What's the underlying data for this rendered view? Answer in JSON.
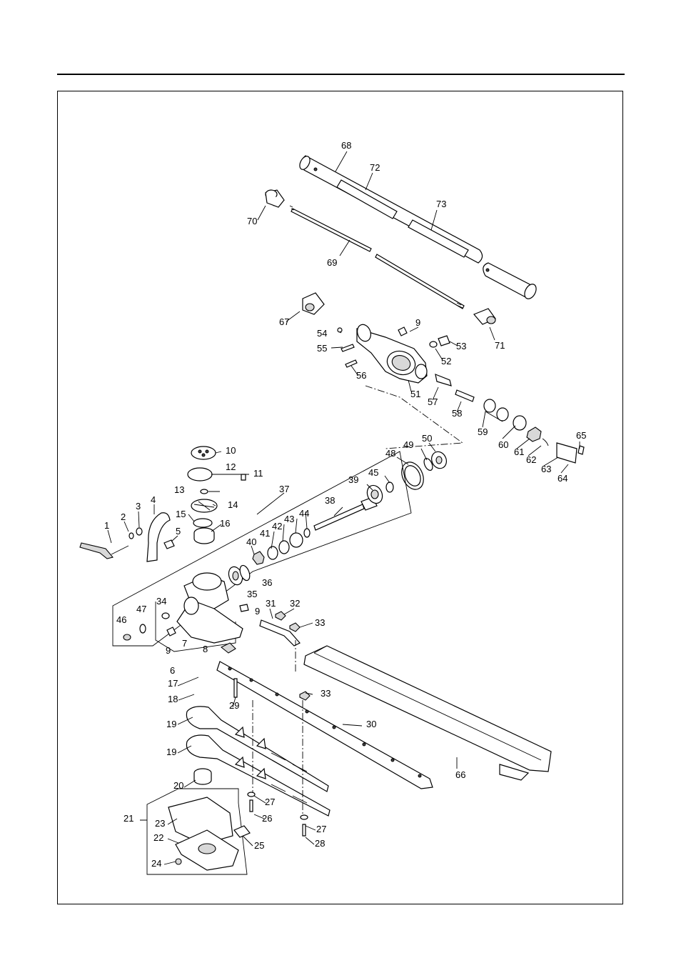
{
  "part_labels": [
    {
      "n": "1"
    },
    {
      "n": "2"
    },
    {
      "n": "3"
    },
    {
      "n": "4"
    },
    {
      "n": "5"
    },
    {
      "n": "6"
    },
    {
      "n": "7"
    },
    {
      "n": "8"
    },
    {
      "n": "9"
    },
    {
      "n": "9"
    },
    {
      "n": "9"
    },
    {
      "n": "10"
    },
    {
      "n": "11"
    },
    {
      "n": "12"
    },
    {
      "n": "13"
    },
    {
      "n": "14"
    },
    {
      "n": "15"
    },
    {
      "n": "16"
    },
    {
      "n": "17"
    },
    {
      "n": "18"
    },
    {
      "n": "19"
    },
    {
      "n": "19"
    },
    {
      "n": "20"
    },
    {
      "n": "21"
    },
    {
      "n": "22"
    },
    {
      "n": "23"
    },
    {
      "n": "24"
    },
    {
      "n": "25"
    },
    {
      "n": "26"
    },
    {
      "n": "27"
    },
    {
      "n": "27"
    },
    {
      "n": "28"
    },
    {
      "n": "29"
    },
    {
      "n": "30"
    },
    {
      "n": "31"
    },
    {
      "n": "32"
    },
    {
      "n": "33"
    },
    {
      "n": "33"
    },
    {
      "n": "34"
    },
    {
      "n": "35"
    },
    {
      "n": "36"
    },
    {
      "n": "37"
    },
    {
      "n": "38"
    },
    {
      "n": "39"
    },
    {
      "n": "40"
    },
    {
      "n": "41"
    },
    {
      "n": "42"
    },
    {
      "n": "43"
    },
    {
      "n": "44"
    },
    {
      "n": "45"
    },
    {
      "n": "46"
    },
    {
      "n": "47"
    },
    {
      "n": "48"
    },
    {
      "n": "49"
    },
    {
      "n": "50"
    },
    {
      "n": "51"
    },
    {
      "n": "52"
    },
    {
      "n": "53"
    },
    {
      "n": "54"
    },
    {
      "n": "55"
    },
    {
      "n": "56"
    },
    {
      "n": "57"
    },
    {
      "n": "58"
    },
    {
      "n": "59"
    },
    {
      "n": "60"
    },
    {
      "n": "61"
    },
    {
      "n": "62"
    },
    {
      "n": "63"
    },
    {
      "n": "64"
    },
    {
      "n": "65"
    },
    {
      "n": "66"
    },
    {
      "n": "67"
    },
    {
      "n": "68"
    },
    {
      "n": "69"
    },
    {
      "n": "70"
    },
    {
      "n": "71"
    },
    {
      "n": "72"
    },
    {
      "n": "73"
    }
  ]
}
